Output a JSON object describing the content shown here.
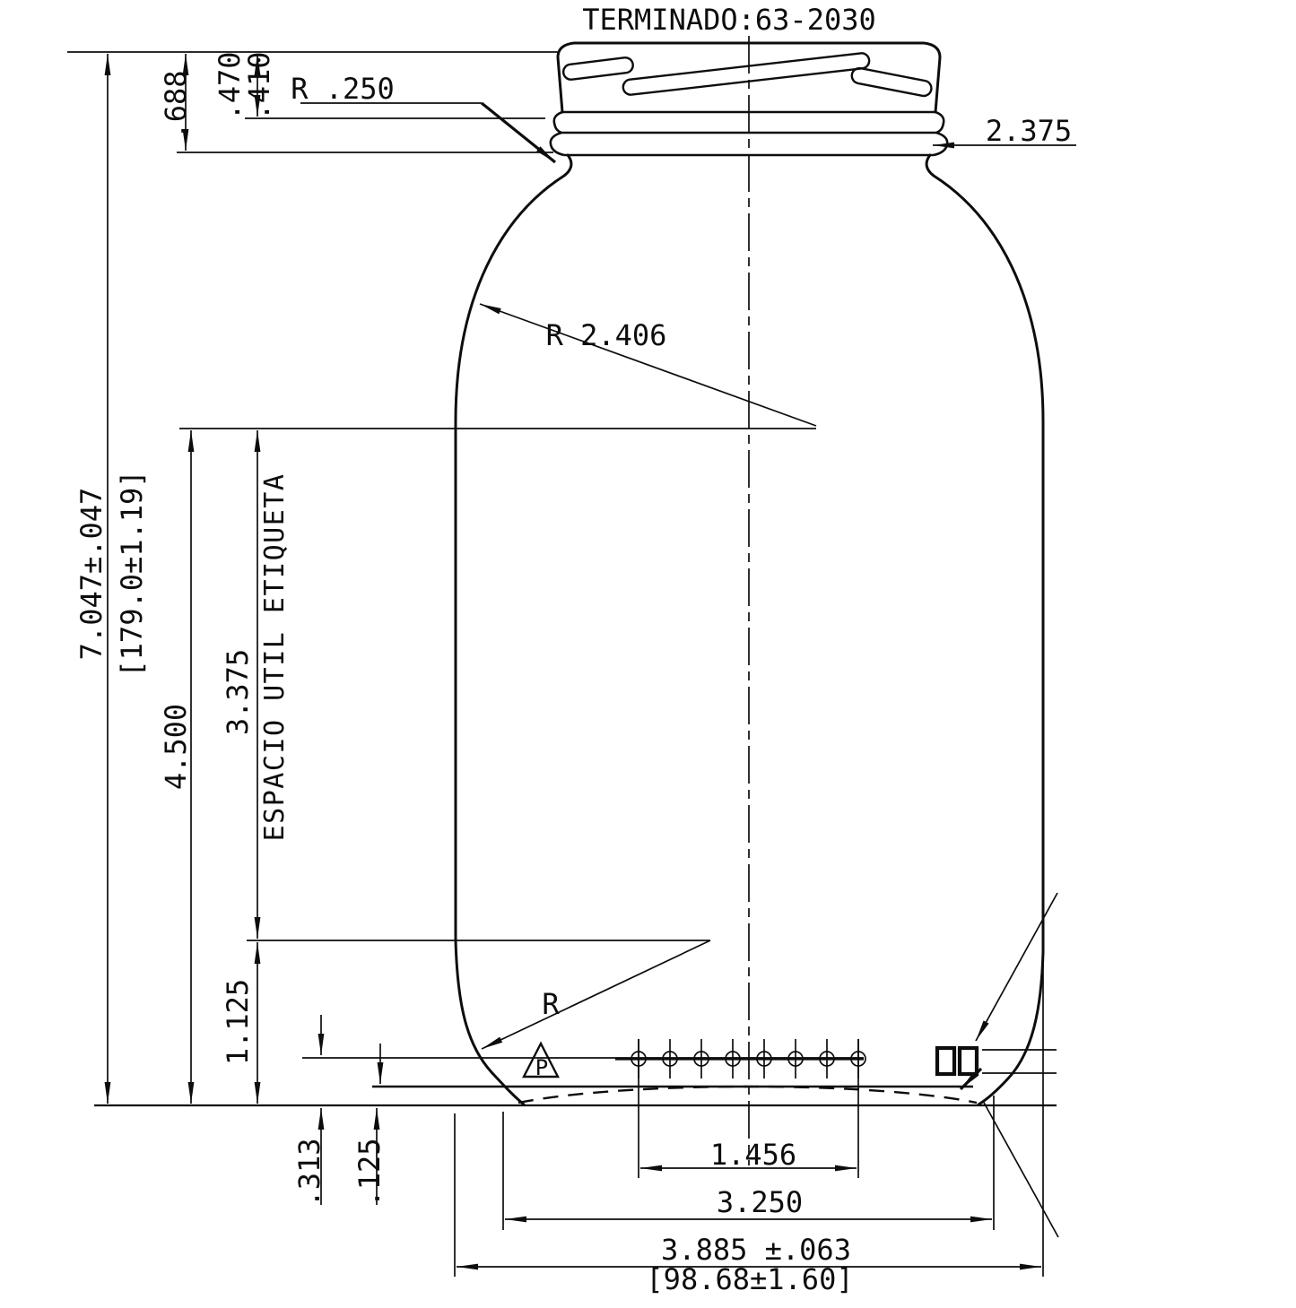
{
  "title": "TERMINADO:63-2030",
  "dimensions": {
    "finish_height": ".688",
    "thread_depth_max": ".470",
    "thread_depth_min": ".410",
    "finish_corner_radius": "R .250",
    "finish_diameter": "2.375",
    "shoulder_radius": "R 2.406",
    "overall_height_in": "7.047±.047",
    "overall_height_mm": "[179.0±1.19]",
    "shoulder_height": "4.500",
    "label_panel_height": "3.375",
    "label_panel_caption": "ESPACIO UTIL ETIQUETA",
    "heel_height": "1.125",
    "stacking_ring_height": ".313",
    "bearing_surface_height": ".125",
    "knurl_band_width": "1.456",
    "bearing_diameter": "3.250",
    "body_diameter_in": "3.885 ±.063",
    "body_diameter_mm": "[98.68±1.60]",
    "heel_radius_label": "R",
    "plant_mark": "P"
  }
}
